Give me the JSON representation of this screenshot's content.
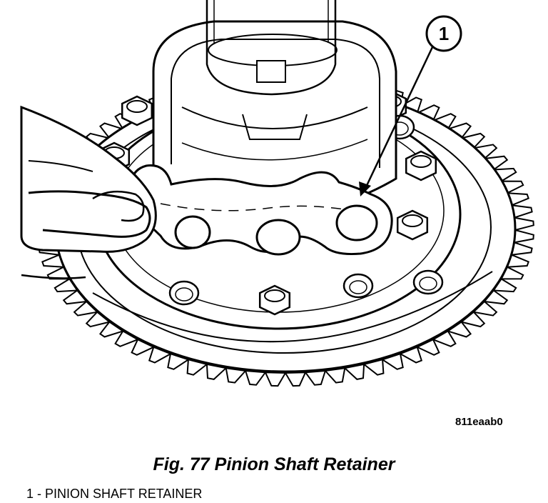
{
  "figure": {
    "id_code": "811eaab0",
    "caption": "Fig. 77 Pinion Shaft Retainer"
  },
  "callouts": [
    {
      "number": "1"
    }
  ],
  "legend": [
    {
      "text": "1 - PINION SHAFT RETAINER"
    }
  ]
}
